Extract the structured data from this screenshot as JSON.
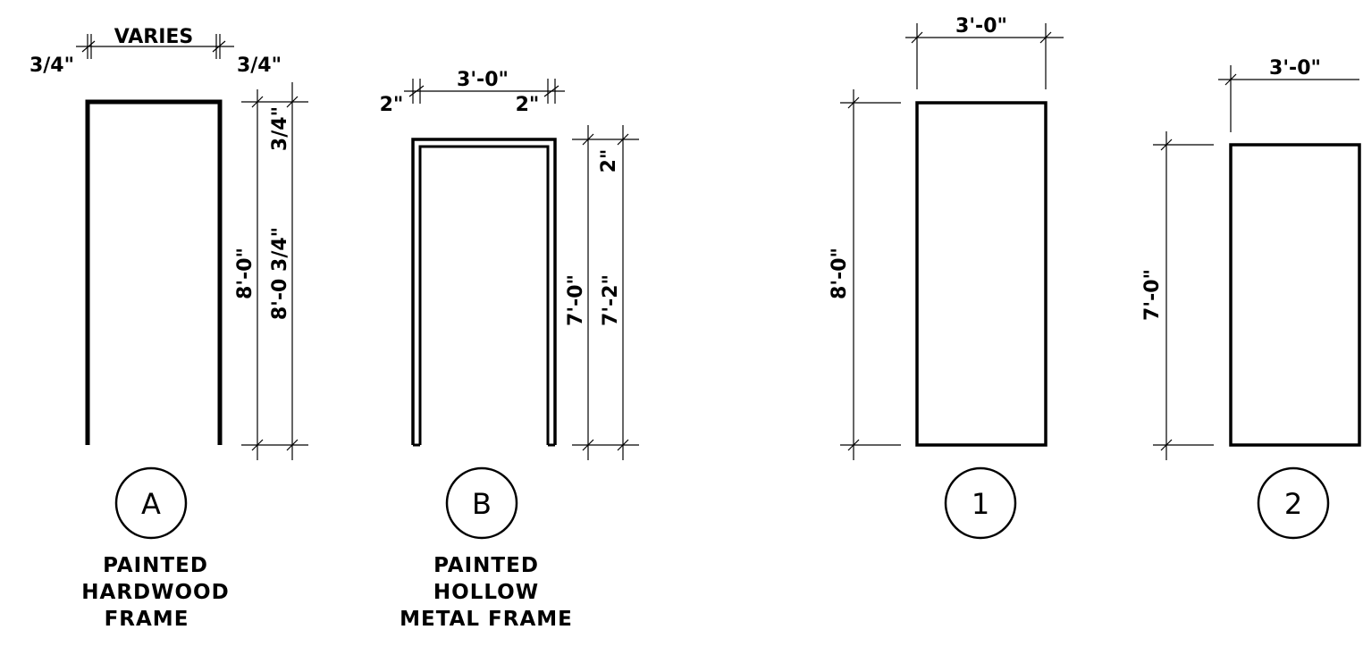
{
  "frame_a": {
    "tag": "A",
    "width_label": "VARIES",
    "left_jamb": "3/4\"",
    "right_jamb": "3/4\"",
    "head": "3/4\"",
    "opening_height": "8'-0\"",
    "overall_height": "8'-0 3/4\"",
    "caption": [
      "PAINTED",
      "HARDWOOD",
      "FRAME"
    ]
  },
  "frame_b": {
    "tag": "B",
    "width_label": "3'-0\"",
    "left_jamb": "2\"",
    "right_jamb": "2\"",
    "head": "2\"",
    "opening_height": "7'-0\"",
    "overall_height": "7'-2\"",
    "caption": [
      "PAINTED",
      "HOLLOW",
      "METAL FRAME"
    ]
  },
  "door_1": {
    "tag": "1",
    "width_label": "3'-0\"",
    "height_label": "8'-0\""
  },
  "door_2": {
    "tag": "2",
    "width_label": "3'-0\"",
    "height_label": "7'-0\""
  }
}
